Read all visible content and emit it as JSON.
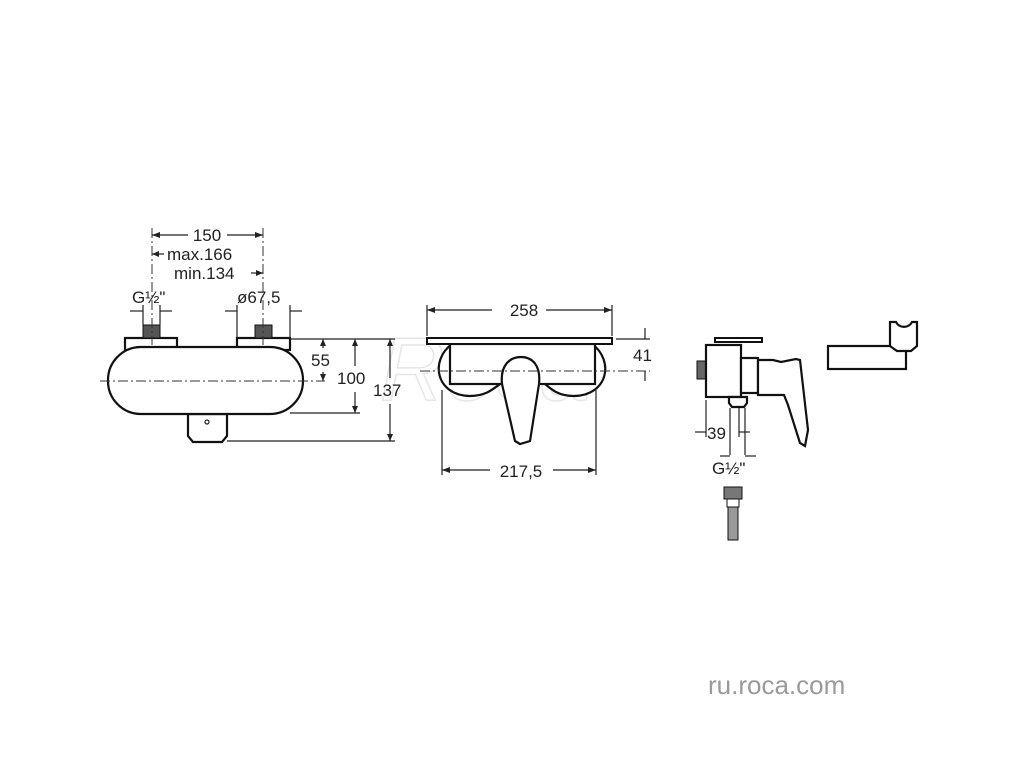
{
  "front_view": {
    "dim_spacing": "150",
    "dim_max": "max.166",
    "dim_min": "min.134",
    "dim_thread": "G½\"",
    "dim_diameter": "ø67,5",
    "dim_55": "55",
    "dim_100": "100",
    "dim_137": "137"
  },
  "top_view": {
    "dim_plate_width": "258",
    "dim_body_width": "217,5",
    "dim_depth": "41"
  },
  "side_view": {
    "dim_outlet_offset": "39",
    "dim_outlet_thread": "G½\""
  },
  "watermark": {
    "logo": "Roca",
    "site": "ru.roca.com"
  }
}
